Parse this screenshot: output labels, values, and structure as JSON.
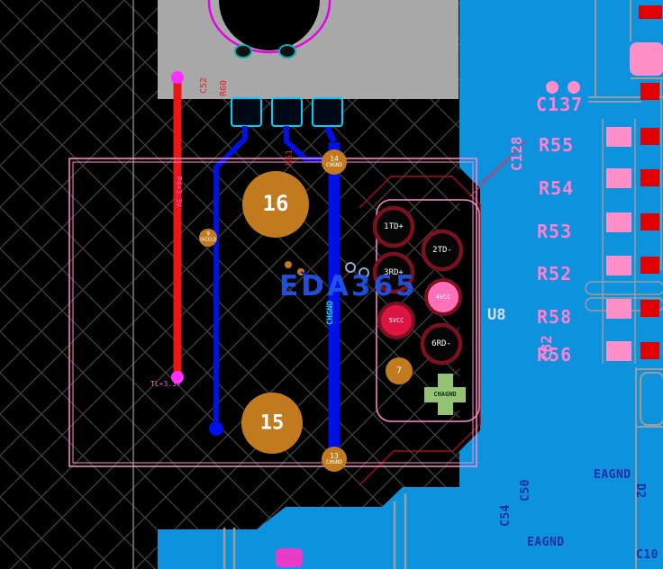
{
  "watermark": "EDA365",
  "connector": {
    "pad16": "16",
    "pad15": "15",
    "pad14": {
      "num": "14",
      "net": "CHGND"
    },
    "pad13": {
      "num": "13",
      "net": "CHGND"
    },
    "pad9": {
      "num": "9",
      "net": "SHIELD"
    },
    "pad1": "1TD+",
    "pad2": "2TD-",
    "pad3": "3RD+",
    "pad4": "4VCC",
    "pad5": "5VCC",
    "pad6": "6RD-",
    "pad7": "7",
    "pad8": "CHAGND"
  },
  "net_labels": {
    "chgnd": "CHGND",
    "p4": "P4+3.3V",
    "tl": "TL+3.3V"
  },
  "refdes": {
    "c137": "C137",
    "r55": "R55",
    "r54": "R54",
    "r53": "R53",
    "r52": "R52",
    "r58": "R58",
    "r56": "R56",
    "u8": "U8",
    "c128": "C128",
    "c82": "C82",
    "c52": "C52",
    "r60": "R60",
    "r61": "R61",
    "eagnd1": "EAGND",
    "d2": "D2",
    "c50": "C50",
    "c54": "C54",
    "eagnd2": "EAGND",
    "c10": "C10"
  }
}
